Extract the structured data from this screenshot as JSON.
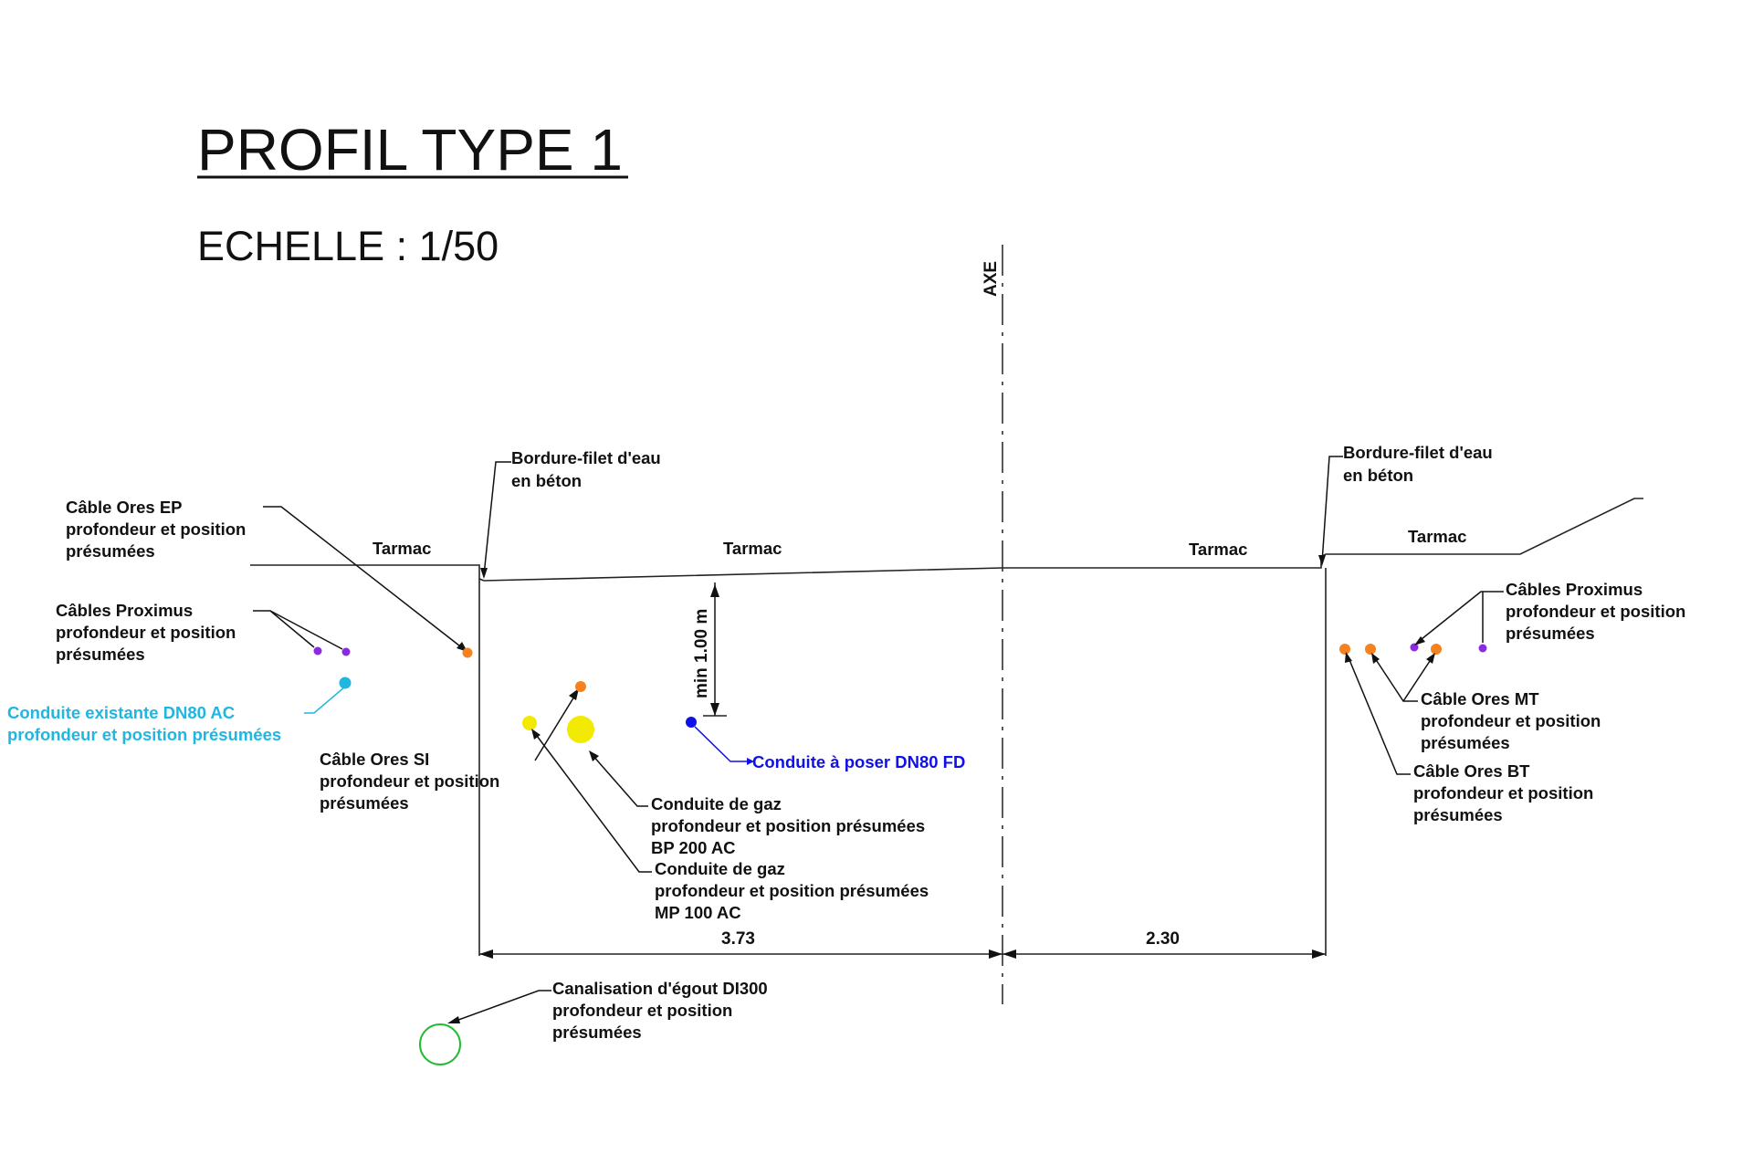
{
  "title": "PROFIL TYPE 1",
  "scale": "ECHELLE : 1/50",
  "axis_label": "AXE",
  "surfaces": {
    "tarmac_left": "Tarmac",
    "tarmac_center": "Tarmac",
    "tarmac_right": "Tarmac",
    "tarmac_far_right": "Tarmac"
  },
  "labels": {
    "bordure_left": [
      "Bordure-filet d'eau",
      "en béton"
    ],
    "bordure_right": [
      "Bordure-filet d'eau",
      "en béton"
    ],
    "ores_ep": [
      "Câble Ores EP",
      "profondeur et position",
      "présumées"
    ],
    "proximus_left": [
      "Câbles Proximus",
      "profondeur et position",
      "présumées"
    ],
    "conduite_existante": [
      "Conduite existante DN80 AC",
      "profondeur et position présumées"
    ],
    "ores_si": [
      "Câble Ores SI",
      "profondeur et position",
      "présumées"
    ],
    "gaz_bp": [
      "Conduite de gaz",
      "profondeur et position présumées",
      "BP 200 AC"
    ],
    "gaz_mp": [
      "Conduite de gaz",
      "profondeur et position présumées",
      "MP 100 AC"
    ],
    "conduite_a_poser": "Conduite à poser DN80 FD",
    "min_depth": "min 1.00 m",
    "proximus_right": [
      "Câbles Proximus",
      "profondeur et position",
      "présumées"
    ],
    "ores_mt": [
      "Câble Ores MT",
      "profondeur et position",
      "présumées"
    ],
    "ores_bt": [
      "Câble Ores BT",
      "profondeur et position",
      "présumées"
    ],
    "egout": [
      "Canalisation d'égout DI300",
      "profondeur et position",
      "présumées"
    ]
  },
  "dimensions": {
    "left_width": "3.73",
    "right_width": "2.30"
  },
  "colors": {
    "line": "#222222",
    "ores": "#f5821f",
    "proximus": "#8a2be2",
    "conduite_existante": "#1fb6e0",
    "gaz": "#f2ea00",
    "conduite_a_poser": "#1010e8",
    "egout": "#22bb33"
  }
}
